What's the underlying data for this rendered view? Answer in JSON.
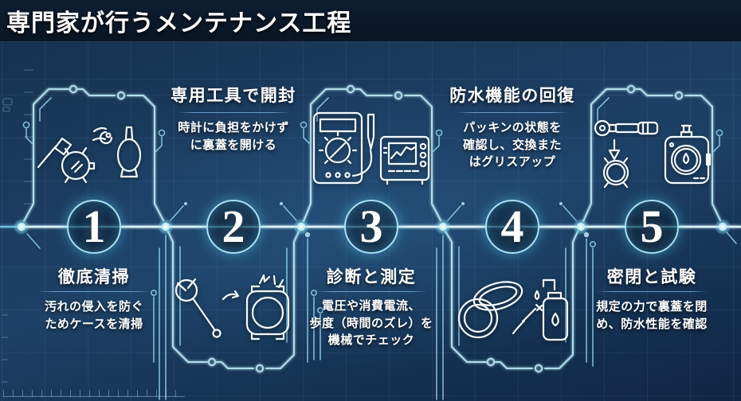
{
  "header": {
    "title": "専門家が行うメンテナンス工程"
  },
  "colors": {
    "canvas_top": "#15304e",
    "canvas_mid": "#1d4166",
    "canvas_bottom": "#112742",
    "header_bg": "#0b1a2c",
    "circuit_cyan": "#9fe0f2",
    "node_glow": "#c6f1fb",
    "text": "#ffffff",
    "divider_blue": "#5d88b0"
  },
  "steps": [
    {
      "number": "1",
      "title": "徹底清掃",
      "desc_lines": [
        "汚れの侵入を防ぐ",
        "ためケースを清掃"
      ],
      "icon": "brush-blower-cleaning-icon",
      "layout": "icon-top"
    },
    {
      "number": "2",
      "title": "専用工具で開封",
      "desc_lines": [
        "時計に負担をかけず",
        "に裏蓋を開ける"
      ],
      "icon": "case-opener-wrench-icon",
      "layout": "text-top"
    },
    {
      "number": "3",
      "title": "診断と測定",
      "desc_lines": [
        "電圧や消費電流、",
        "歩度（時間のズレ）を",
        "機械でチェック"
      ],
      "icon": "multimeter-timegrapher-icon",
      "layout": "icon-top"
    },
    {
      "number": "4",
      "title": "防水機能の回復",
      "desc_lines": [
        "パッキンの状態を",
        "確認し、交換また",
        "はグリスアップ"
      ],
      "icon": "gasket-grease-icon",
      "layout": "text-top"
    },
    {
      "number": "5",
      "title": "密閉と試験",
      "desc_lines": [
        "規定の力で裏蓋を閉",
        "め、防水性能を確認"
      ],
      "icon": "torque-wrench-pressure-tester-icon",
      "layout": "icon-top"
    }
  ]
}
